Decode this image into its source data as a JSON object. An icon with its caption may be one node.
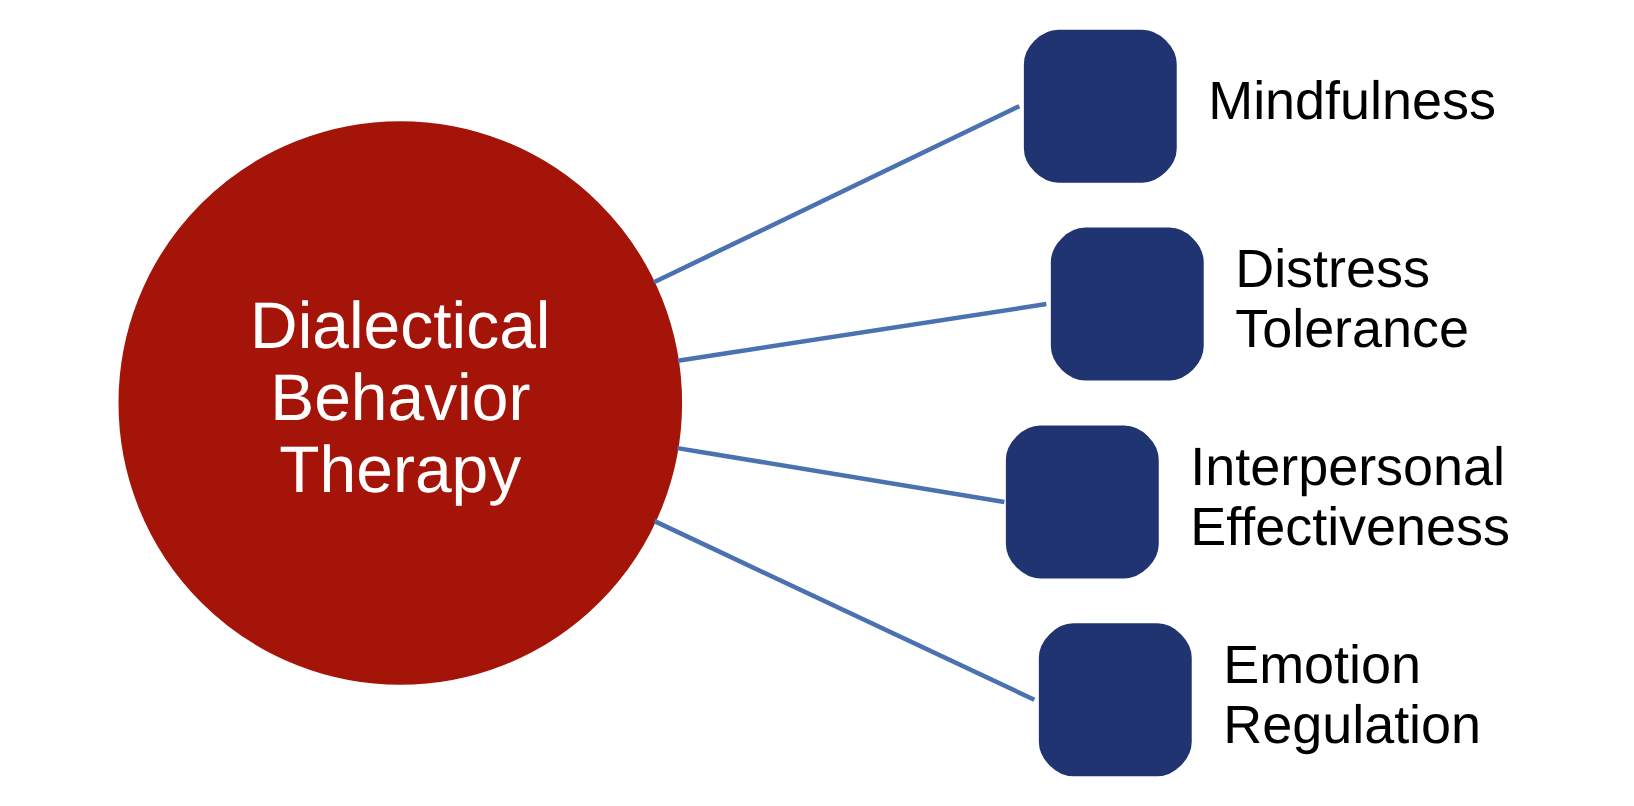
{
  "diagram": {
    "nodes": [
      {
        "text": [
          "Dialectical Behavior Therapy"
        ]
      },
      {
        "text": [
          "Mindfulness"
        ]
      },
      {
        "text": [
          "Distress Tolerance"
        ]
      },
      {
        "text": [
          "Interpersonal Effectiveness"
        ]
      },
      {
        "text": [
          "Emotion Regulation"
        ]
      }
    ],
    "edges": [
      {
        "from": 0,
        "to": 1,
        "arrow": "none"
      },
      {
        "from": 0,
        "to": 2,
        "arrow": "none"
      },
      {
        "from": 0,
        "to": 3,
        "arrow": "none"
      },
      {
        "from": 0,
        "to": 4,
        "arrow": "none"
      }
    ]
  }
}
